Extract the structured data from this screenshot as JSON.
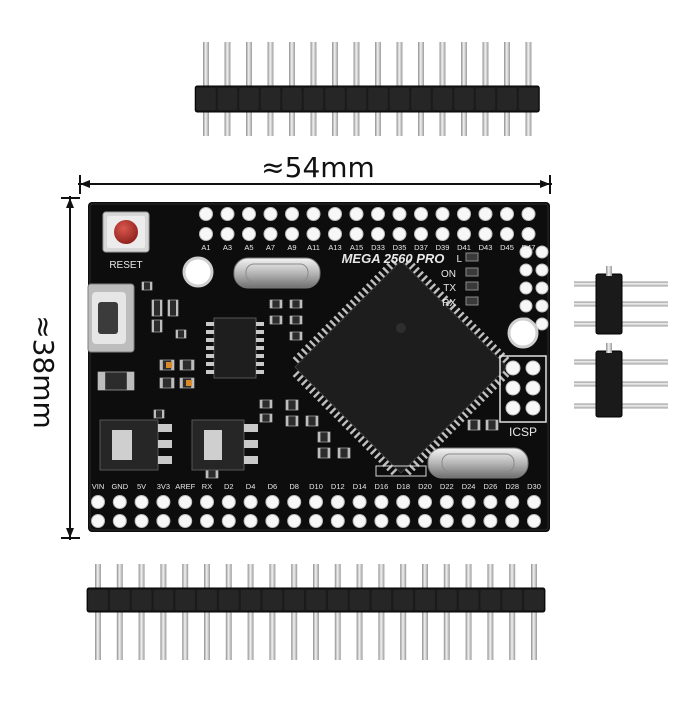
{
  "dimensions": {
    "width_label": "≈54mm",
    "height_label": "≈38mm"
  },
  "board": {
    "name_label": "MEGA 2560 PRO",
    "reset_label": "RESET",
    "icsp_label": "ICSP",
    "led_labels": [
      "L",
      "ON",
      "TX",
      "RX"
    ],
    "top_pin_labels": [
      "A1",
      "A3",
      "A5",
      "A7",
      "A9",
      "A11",
      "A13",
      "A15",
      "D33",
      "D35",
      "D37",
      "D39",
      "D41",
      "D43",
      "D45",
      "D47"
    ],
    "bottom_pin_labels": [
      "VIN",
      "GND",
      "5V",
      "3V3",
      "AREF",
      "RX",
      "D2",
      "D4",
      "D6",
      "D8",
      "D10",
      "D12",
      "D14",
      "D16",
      "D18",
      "D20",
      "D22",
      "D24",
      "D26",
      "D28",
      "D30"
    ]
  },
  "colors": {
    "pcb": "#0d0d0d",
    "reset_button": "#b5302a",
    "silkscreen": "#e8e8e8",
    "header_plastic": "#1a1a1a",
    "pin_metal": "#c9c9c9"
  },
  "icons": {
    "header_pin": "header-pin-icon",
    "chip": "microcontroller-chip-icon",
    "crystal": "crystal-oscillator-icon",
    "usb": "micro-usb-port-icon"
  }
}
